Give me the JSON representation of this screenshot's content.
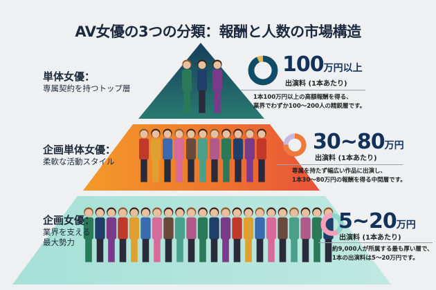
{
  "title": "AV女優の3つの分類：報酬と人数の市場構造",
  "tiers": [
    {
      "name": "単体女優：",
      "sub": [
        "専属契約を持つトップ層"
      ],
      "amount": "100",
      "unit": "万円以上",
      "fee": "出演料 (1本あたり)",
      "desc": [
        "1本100万円以上の高額報酬を得る、",
        "業界でわずか100～200人の精鋭層です。"
      ],
      "color": "#1f5f6e",
      "ring_fill": 0.93,
      "ring_colors": [
        "#0f4c68",
        "#e2b85a"
      ]
    },
    {
      "name": "企画単体女優：",
      "sub": [
        "柔軟な活動スタイル"
      ],
      "amount": "30~80",
      "unit": "万円",
      "fee": "出演料 (1本あたり)",
      "desc": [
        "専属を持たず幅広い作品に出演し、",
        "1本30～80万円の報酬を得る中間層です。"
      ],
      "color": "#f08a2c",
      "ring_fill": 0.75,
      "ring_colors": [
        "#f07a3a",
        "#c9b7e0"
      ]
    },
    {
      "name": "企画女優：",
      "sub": [
        "業界を支える",
        "最大勢力"
      ],
      "amount": "5~20",
      "unit": "万円",
      "fee": "出演料 (1本あたり)",
      "desc": [
        "約9,000人が所属する最も厚い層で、",
        "1本の出演料は5～20万円です。"
      ],
      "color": "#9ad8cf",
      "ring_fill": 0.4,
      "ring_colors": [
        "#8fd6cc",
        "#f4a0b8"
      ]
    }
  ]
}
